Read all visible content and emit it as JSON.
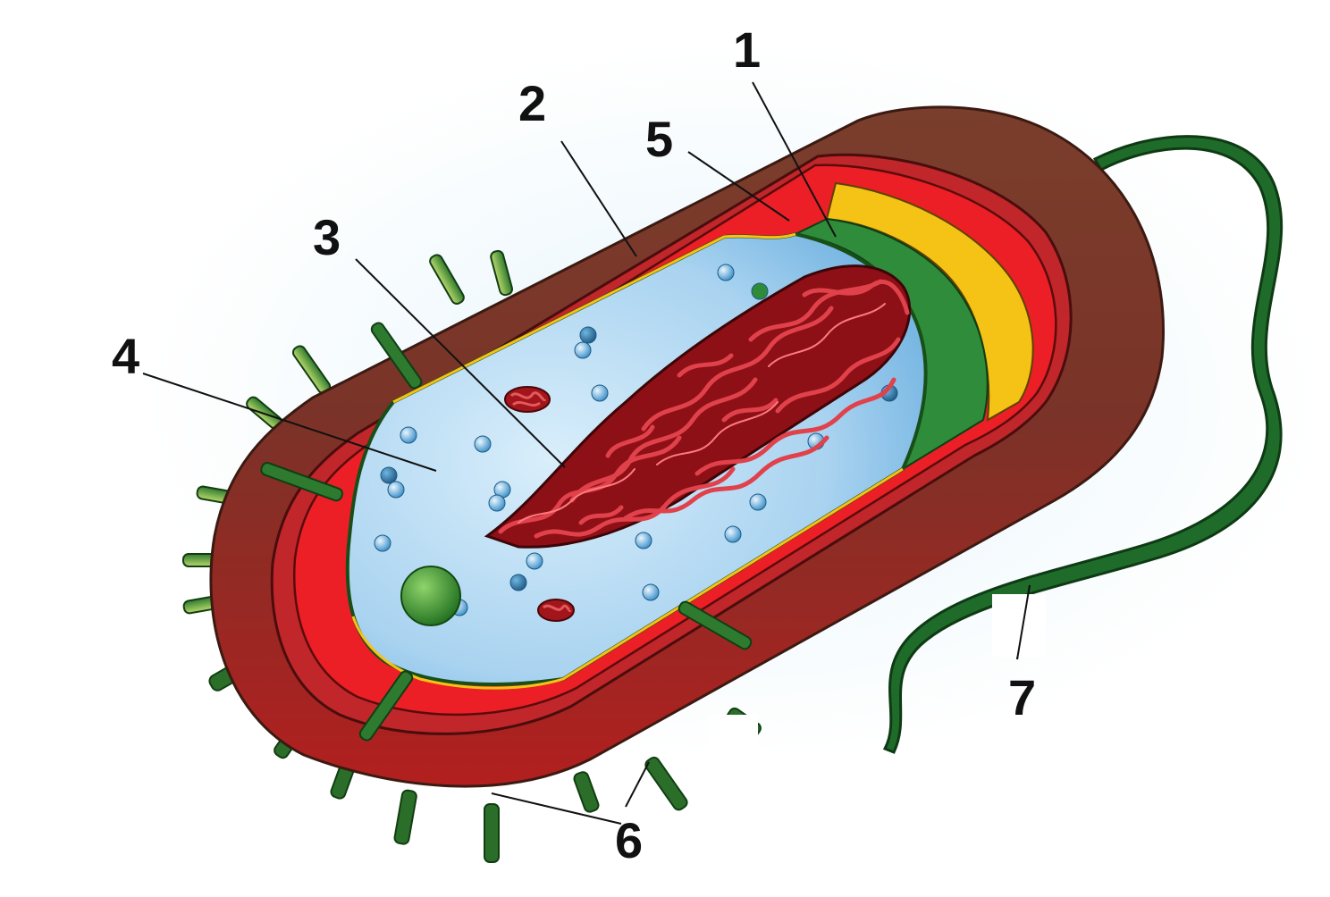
{
  "callouts": [
    {
      "id": "1",
      "label": "1"
    },
    {
      "id": "2",
      "label": "2"
    },
    {
      "id": "3",
      "label": "3"
    },
    {
      "id": "4",
      "label": "4"
    },
    {
      "id": "5",
      "label": "5"
    },
    {
      "id": "6",
      "label": "6"
    },
    {
      "id": "7",
      "label": "7"
    }
  ],
  "colors": {
    "capsule": "#7a3c2c",
    "capsule_dark": "#8c1f1f",
    "cell_wall": "#c0262a",
    "outer_membrane": "#e8212a",
    "periplasm": "#f2c218",
    "plasma_membrane": "#2e8b3a",
    "cytoplasm": "#b7dcf3",
    "nucleoid": "#a3151c",
    "pili": "#2f7a2f",
    "flagellum": "#1f6b2a",
    "ribosome": "#4aa3d6",
    "inclusion": "#3a9c3a"
  },
  "icons": {
    "nucleoid": "dna-tangle-icon",
    "ribosome": "ribosome-dot-icon",
    "inclusion": "inclusion-body-icon",
    "plasmid": "plasmid-icon"
  }
}
